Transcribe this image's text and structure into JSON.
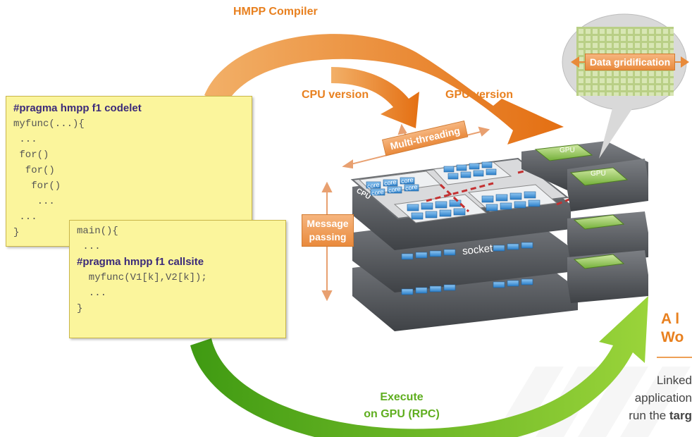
{
  "labels": {
    "compiler": "HMPP Compiler",
    "cpu_version": "CPU version",
    "gpu_version": "GPU version",
    "data_gridification": "Data gridification",
    "multi_threading": "Multi-threading",
    "message_passing_1": "Message",
    "message_passing_2": "passing",
    "execute_1": "Execute",
    "execute_2": "on GPU (RPC)",
    "socket": "socket",
    "cpu": "CPU",
    "core": "core",
    "gpu": "GPU"
  },
  "codelet": {
    "lines": [
      {
        "kind": "pragma",
        "text": "#pragma hmpp f1 codelet"
      },
      {
        "kind": "code",
        "text": "myfunc(...){"
      },
      {
        "kind": "code",
        "text": " ..."
      },
      {
        "kind": "code",
        "text": " for()"
      },
      {
        "kind": "code",
        "text": "  for()"
      },
      {
        "kind": "code",
        "text": "   for()"
      },
      {
        "kind": "code",
        "text": "    ..."
      },
      {
        "kind": "code",
        "text": " ..."
      },
      {
        "kind": "code",
        "text": "}"
      }
    ]
  },
  "callsite": {
    "lines": [
      {
        "kind": "code",
        "text": "main(){"
      },
      {
        "kind": "code",
        "text": " ..."
      },
      {
        "kind": "pragma",
        "text": "#pragma hmpp f1 callsite"
      },
      {
        "kind": "code",
        "text": "  myfunc(V1[k],V2[k]);"
      },
      {
        "kind": "code",
        "text": "  ..."
      },
      {
        "kind": "code",
        "text": "}"
      }
    ]
  },
  "side": {
    "title_1": "A l",
    "title_2": "Wo",
    "line_1": "Linked",
    "line_2": "application",
    "line_3_pre": "run the ",
    "line_3_bold": "targ"
  },
  "colors": {
    "orange": "#e8801f",
    "green": "#5fae1f",
    "code_bg": "#fbf59c",
    "pragma": "#3b2a7a"
  }
}
